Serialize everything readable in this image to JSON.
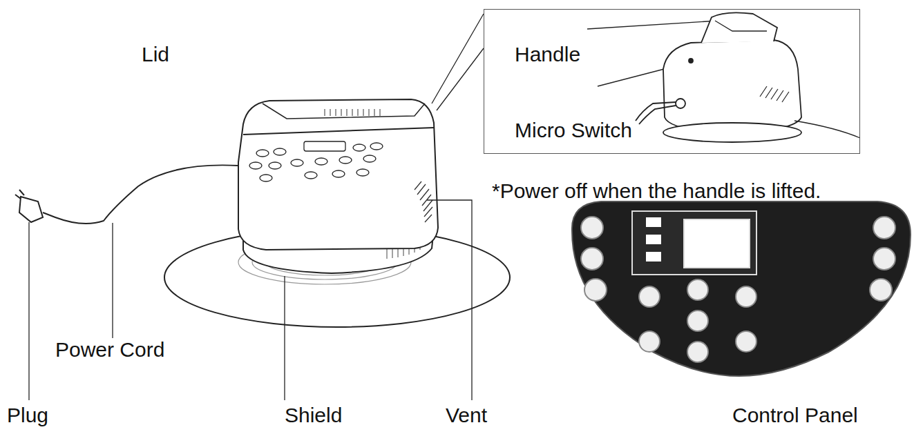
{
  "diagram": {
    "nodes": [
      {
        "text": [
          "Handle",
          "Micro Switch"
        ]
      }
    ],
    "labels": [
      "Lid",
      "*Power off when the handle is lifted.",
      "Power Cord",
      "Plug",
      "Shield",
      "Vent",
      "Control Panel"
    ]
  }
}
